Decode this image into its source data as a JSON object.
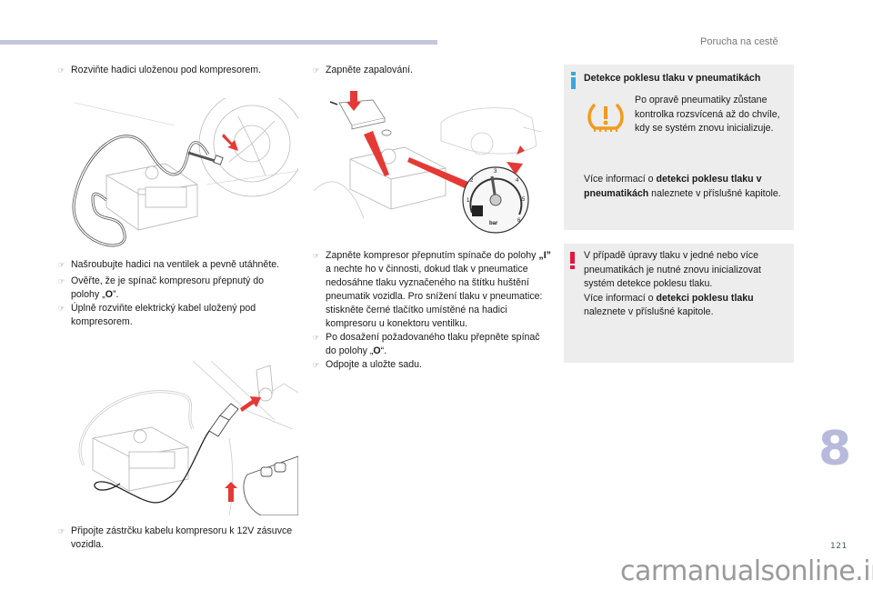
{
  "header": {
    "chapter_title": "Porucha na cestě",
    "accent_color": "#c4c6de"
  },
  "left_column": {
    "step1": "Rozviňte hadici uloženou pod kompresorem.",
    "step2": "Našroubujte hadici na ventilek a pevně utáhněte.",
    "step3_pre": "Ověřte, že je spínač kompresoru přepnutý do polohy „",
    "step3_bold": "O",
    "step3_post": "”.",
    "step4": "Úplně rozviňte elektrický kabel uložený pod kompresorem.",
    "step5": "Připojte zástrčku kabelu kompresoru k 12V zásuvce vozidla."
  },
  "middle_column": {
    "step1": "Zapněte zapalování.",
    "step2_pre": "Zapněte kompresor přepnutím spínače do polohy ",
    "step2_bold": "„I”",
    "step2_post": " a nechte ho v činnosti, dokud tlak v pneumatice nedosáhne tlaku vyznačeného na štítku huštění pneumatik vozidla. Pro snížení tlaku v pneumatice: stiskněte černé tlačítko umístěné na hadici kompresoru u konektoru ventilku.",
    "step3_pre": "Po dosažení požadovaného tlaku přepněte spínač do polohy „",
    "step3_bold": "O",
    "step3_post": "“.",
    "step4": "Odpojte a uložte sadu.",
    "gauge_unit": "bar",
    "gauge_ticks": [
      "1",
      "2",
      "3",
      "4",
      "5",
      "6"
    ]
  },
  "info_box": {
    "title": "Detekce poklesu tlaku v pneumatikách",
    "warning_text": "Po opravě pneumatiky zůstane kontrolka rozsvícená až do chvíle, kdy se systém znovu inicializuje.",
    "more_pre": "Více informací o ",
    "more_bold": "detekci poklesu tlaku v pneumatikách",
    "more_post": " naleznete v příslušné kapitole.",
    "info_icon_color": "#3aa7dc",
    "tpms_icon_color": "#f39a1e"
  },
  "warn_box": {
    "text": "V případě úpravy tlaku v jedné nebo více pneumatikách je nutné znovu inicializovat systém detekce poklesu tlaku.",
    "more_pre": "Více informací o ",
    "more_bold": "detekci poklesu tlaku",
    "more_post": " naleznete v příslušné kapitole.",
    "icon_color": "#e3173e"
  },
  "footer": {
    "chapter_number": "8",
    "page_number": "121",
    "watermark": "carmanualsonline.info"
  },
  "icons": {
    "bullet": "pointing-hand-icon"
  }
}
